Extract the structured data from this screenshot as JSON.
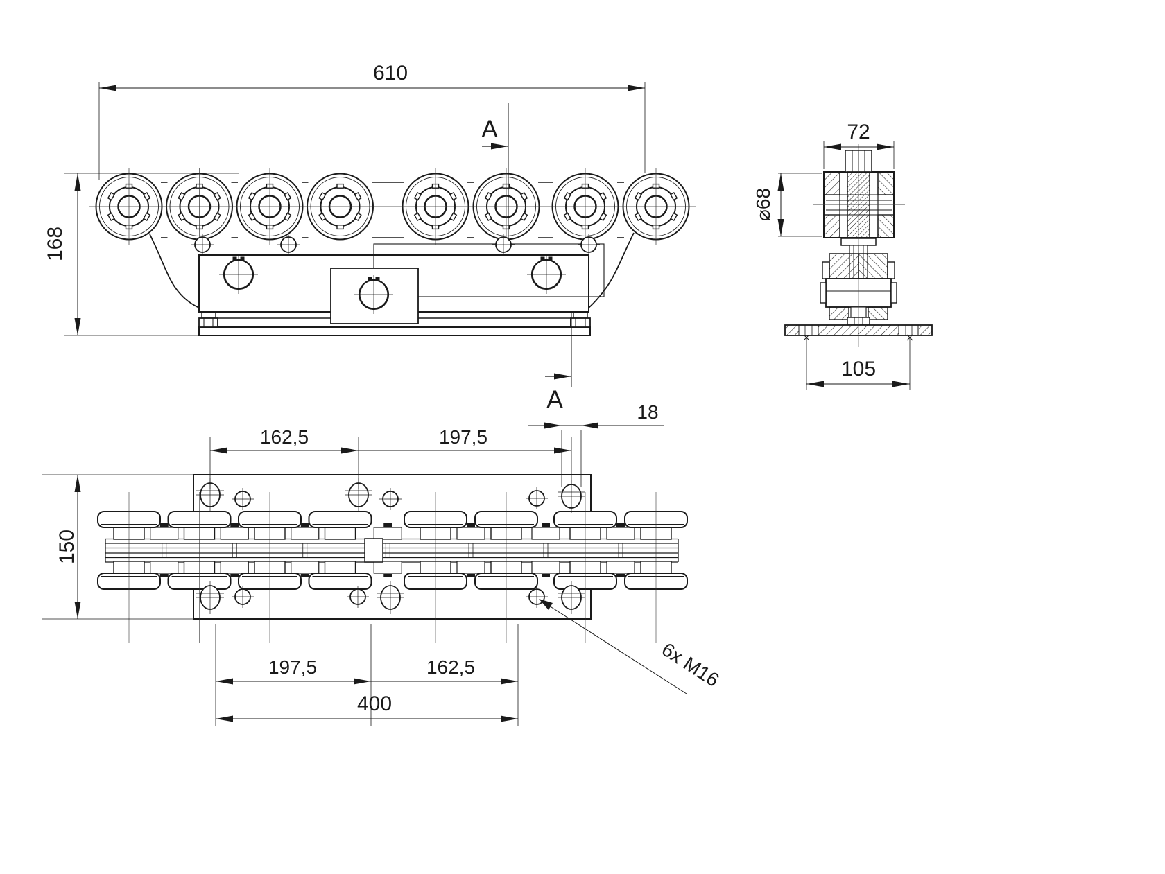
{
  "drawing": {
    "front_view": {
      "overall_width": "610",
      "overall_height": "168",
      "section_letter_top": "A",
      "section_letter_bottom": "A"
    },
    "section_view": {
      "roller_pair_width": "72",
      "roller_diameter": "⌀68",
      "anchor_spacing": "105"
    },
    "plan_view": {
      "carriage_width": "150",
      "top_spacing_left": "162,5",
      "top_spacing_right": "197,5",
      "slot_width": "18",
      "bottom_spacing_left": "197,5",
      "bottom_spacing_right": "162,5",
      "bolt_span": "400",
      "thread_note": "6x M16"
    }
  }
}
